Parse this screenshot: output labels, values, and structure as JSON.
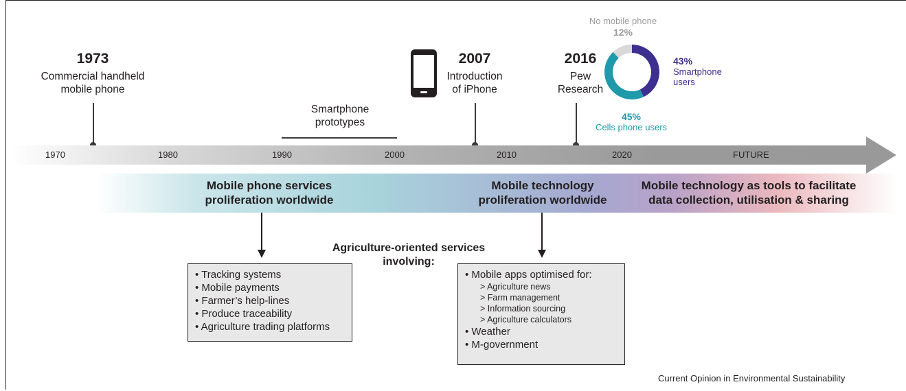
{
  "events": [
    {
      "year": "1973",
      "line1": "Commercial handheld",
      "line2": "mobile phone"
    },
    {
      "year": "2007",
      "line1": "Introduction",
      "line2": "of iPhone"
    },
    {
      "year": "2016",
      "line1": "Pew",
      "line2": "Research"
    }
  ],
  "prototypes": {
    "line1": "Smartphone",
    "line2": "prototypes"
  },
  "timeline_ticks": [
    "1970",
    "1980",
    "1990",
    "2000",
    "2010",
    "2020",
    "FUTURE"
  ],
  "survey": {
    "no_phone": {
      "label": "No mobile phone",
      "pct": "12%",
      "value": 12,
      "color": "#d9d9d9"
    },
    "smartphone": {
      "pct": "43%",
      "line1": "Smartphone",
      "line2": "users",
      "value": 43,
      "color": "#3d2f8f"
    },
    "cell": {
      "pct": "45%",
      "label": "Cells phone users",
      "value": 45,
      "color": "#1f9aaa"
    }
  },
  "bands": [
    {
      "line1": "Mobile phone services",
      "line2": "proliferation worldwide",
      "color": "#2aa3b8"
    },
    {
      "line1": "Mobile technology",
      "line2": "proliferation worldwide",
      "color": "#3d2f8f"
    },
    {
      "line1": "Mobile technology as tools to facilitate",
      "line2": "data collection, utilisation & sharing",
      "color": "#d9525e"
    }
  ],
  "services_heading": {
    "line1": "Agriculture-oriented services",
    "line2": "involving:"
  },
  "box_left": [
    "• Tracking systems",
    "• Mobile payments",
    "• Farmer’s help-lines",
    "• Produce traceability",
    "• Agriculture trading platforms"
  ],
  "box_right": {
    "head": "• Mobile apps optimised for:",
    "subs": [
      "> Agriculture news",
      "> Farm management",
      "> Information sourcing",
      "> Agriculture calculators"
    ],
    "tail": [
      "• Weather",
      "• M-government"
    ]
  },
  "source": "Current Opinion in Environmental Sustainability"
}
